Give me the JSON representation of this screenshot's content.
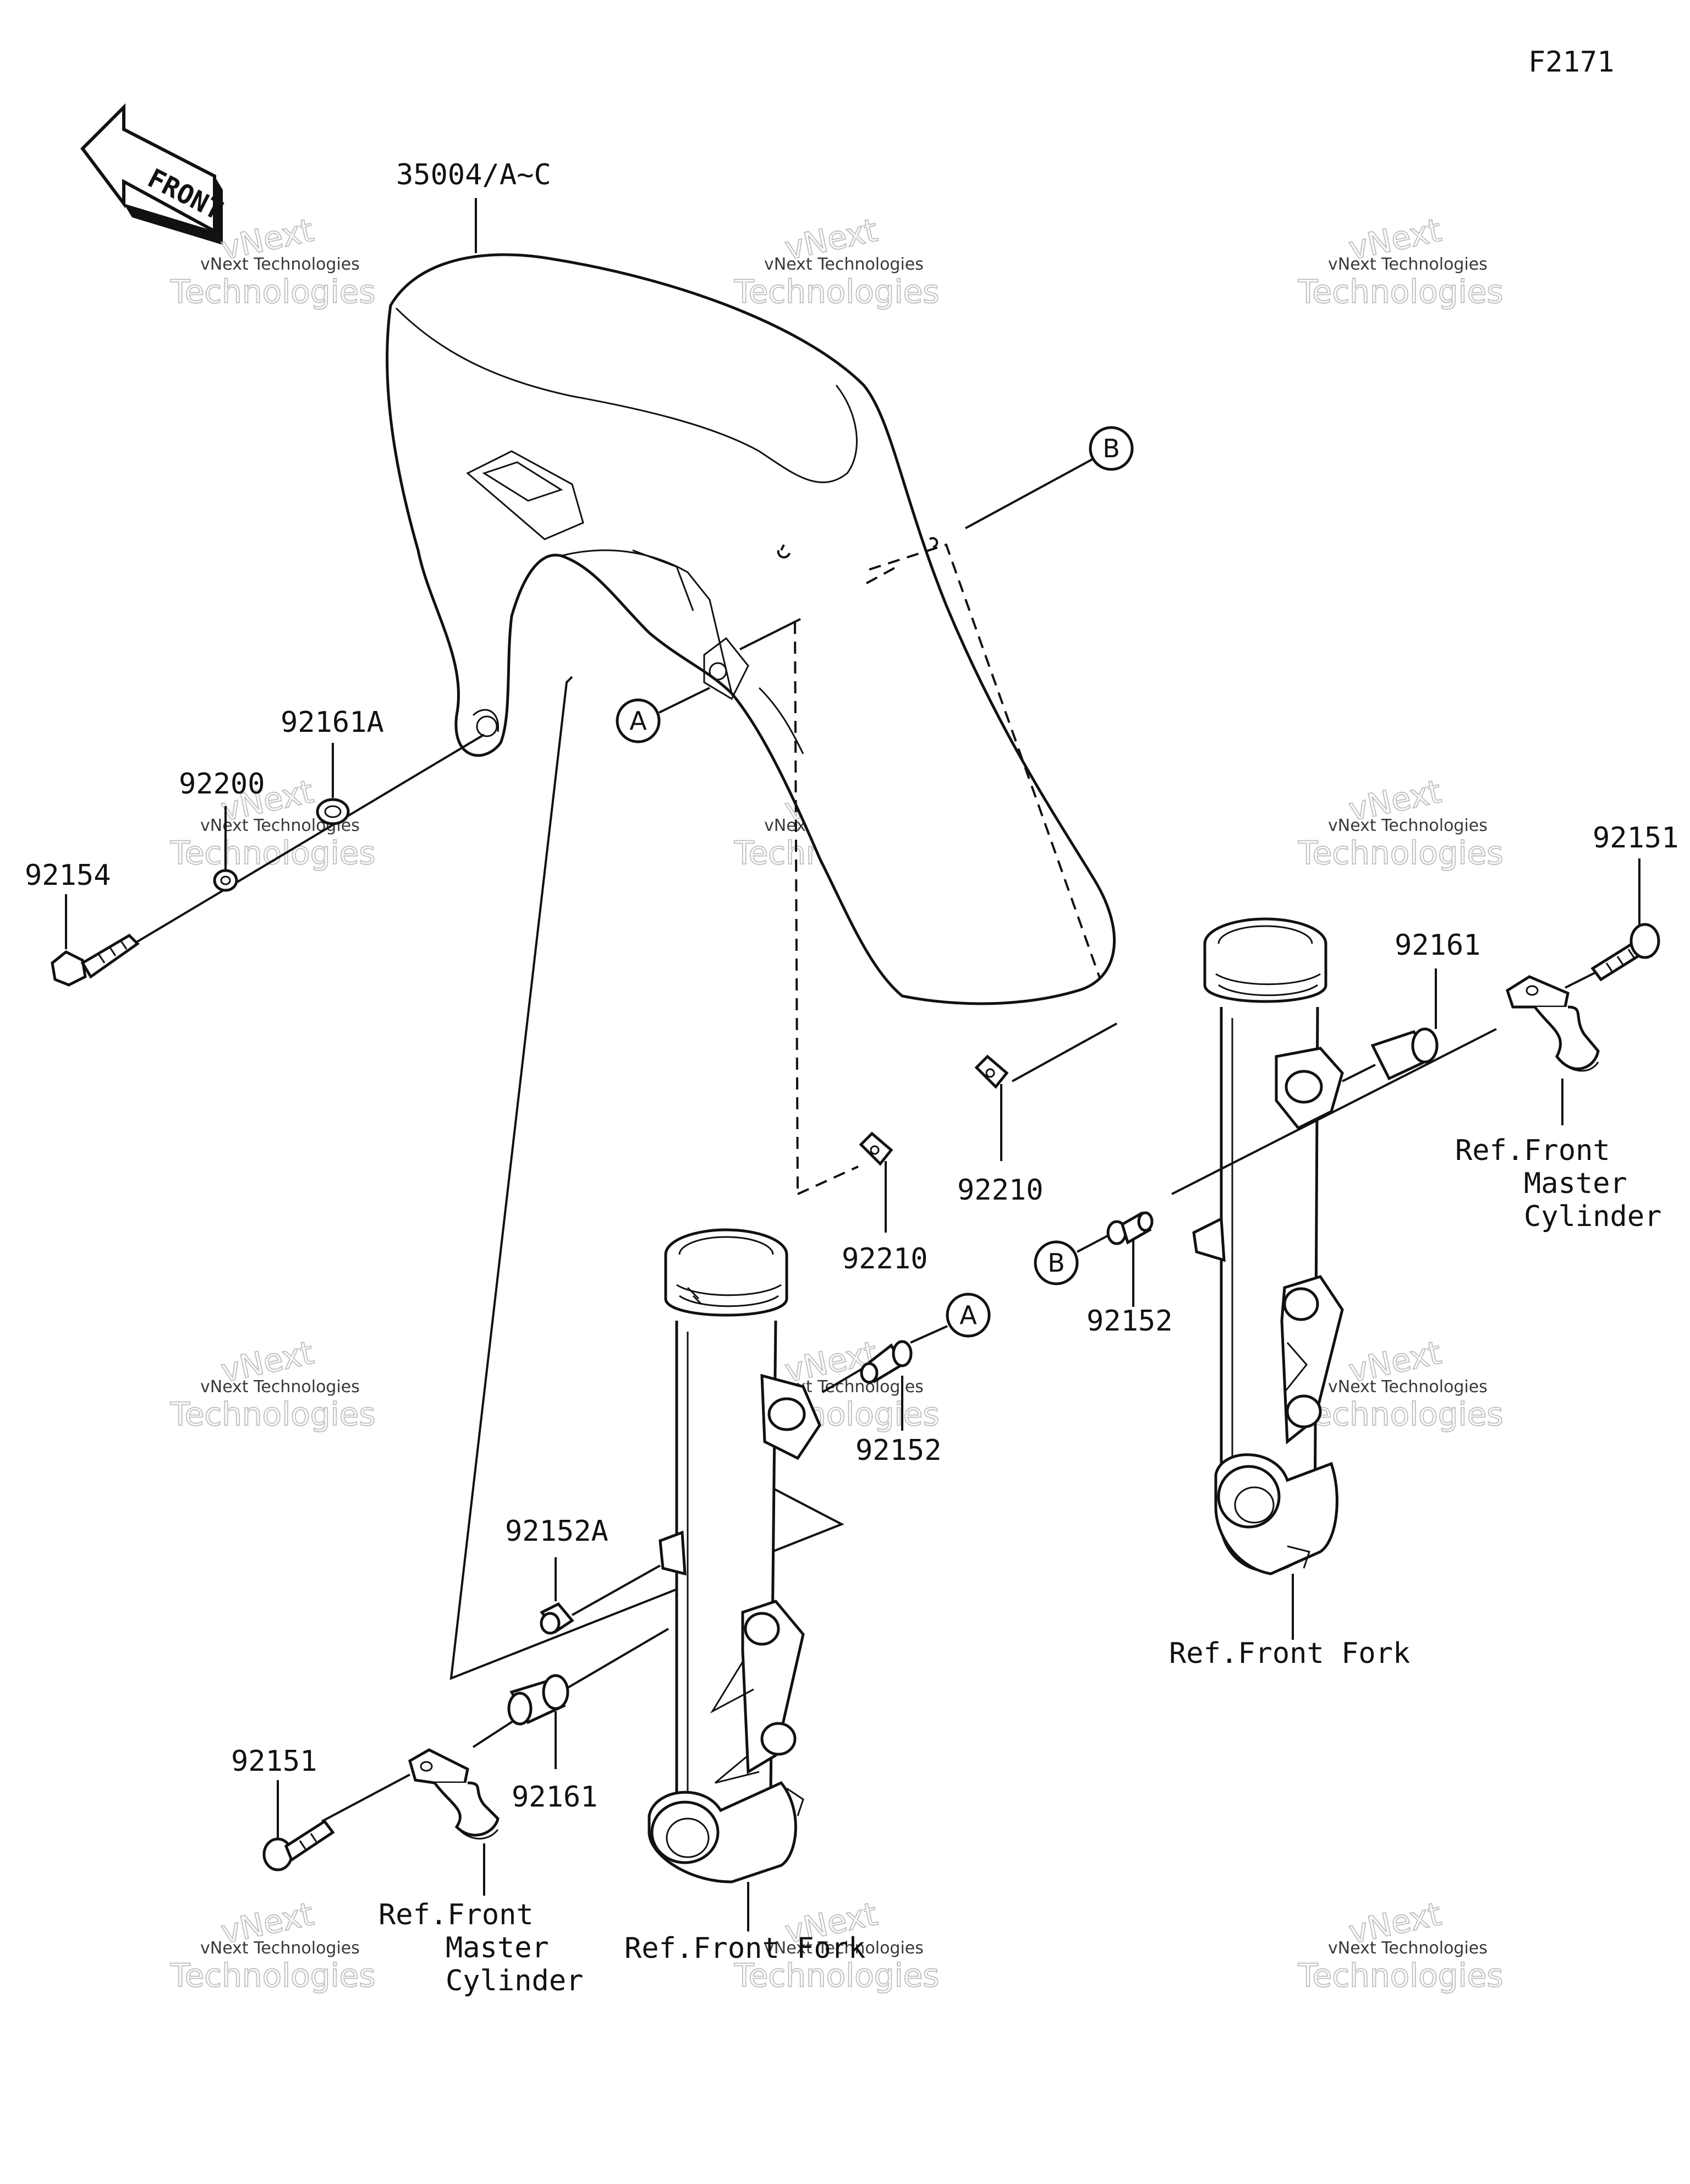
{
  "figure_code": "F2171",
  "front_marker": "FRONT",
  "callouts": {
    "a": "A",
    "b": "B"
  },
  "parts": {
    "fender": "35004/A~C",
    "p92161A": "92161A",
    "p92200": "92200",
    "p92154": "92154",
    "p92151_right": "92151",
    "p92161_right": "92161",
    "p92210_a": "92210",
    "p92210_b": "92210",
    "p92152_right": "92152",
    "p92152_center": "92152",
    "p92152A": "92152A",
    "p92161_left": "92161",
    "p92151_left": "92151"
  },
  "references": {
    "right_cylinder": [
      "Ref.Front",
      "Master",
      "Cylinder"
    ],
    "right_fork": "Ref.Front Fork",
    "left_cylinder": [
      "Ref.Front",
      "Master",
      "Cylinder"
    ],
    "left_fork": "Ref.Front Fork"
  },
  "watermark": {
    "line1": "vNext Technologies",
    "line2": "Technologies",
    "line3": "vNext"
  }
}
